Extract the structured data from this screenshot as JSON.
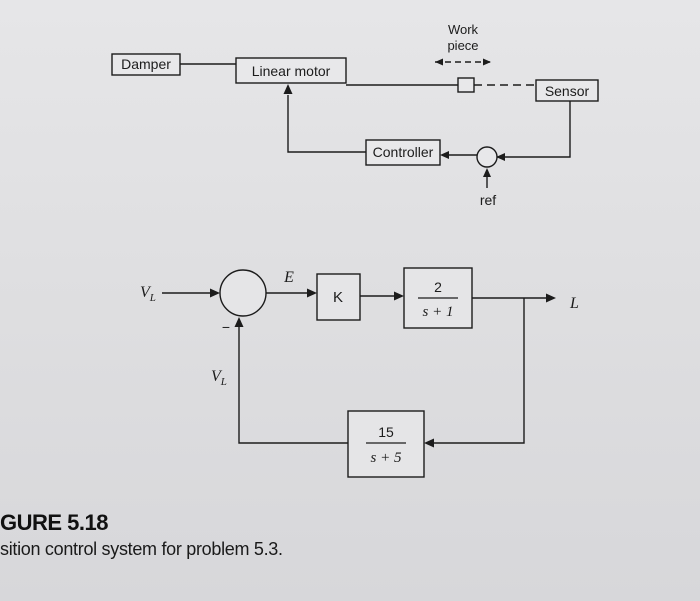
{
  "physical_diagram": {
    "damper": "Damper",
    "linear_motor": "Linear motor",
    "work_piece_line1": "Work",
    "work_piece_line2": "piece",
    "sensor": "Sensor",
    "controller": "Controller",
    "ref": "ref"
  },
  "block_diagram": {
    "input": "V",
    "input_sub": "L",
    "error": "E",
    "minus_sign": "−",
    "gain": "K",
    "plant_num": "2",
    "plant_den": "s + 1",
    "output": "L",
    "feedback_signal": "V",
    "feedback_signal_sub": "L",
    "sensor_num": "15",
    "sensor_den": "s + 5"
  },
  "caption": {
    "figure_label": "GURE 5.18",
    "description": "sition control system for problem 5.3."
  }
}
